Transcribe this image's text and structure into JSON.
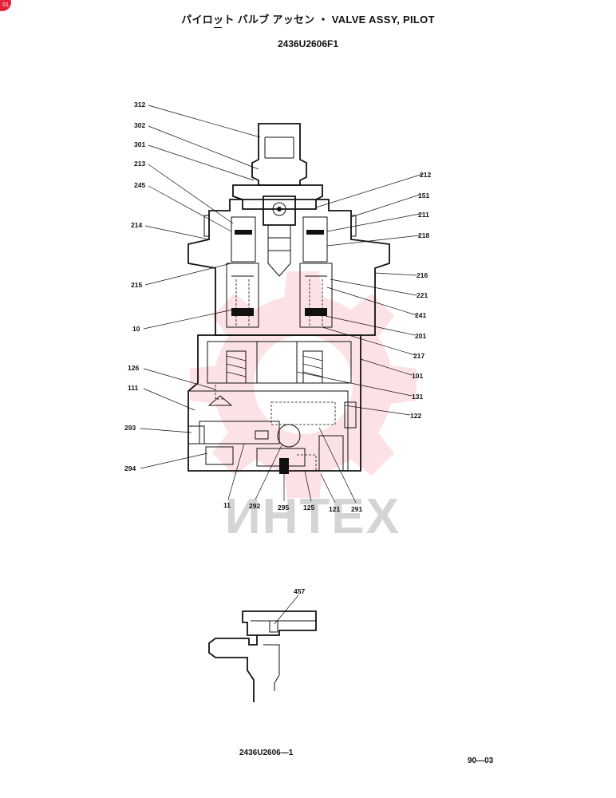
{
  "header": {
    "title": "パイロット バルブ アッセン ・ VALVE ASSY, PILOT",
    "part_number": "2436U2606F1"
  },
  "labels": {
    "l312": "312",
    "l302": "302",
    "l301": "301",
    "l213": "213",
    "l245": "245",
    "l214": "214",
    "l215": "215",
    "l10": "10",
    "l126": "126",
    "l111": "111",
    "l293": "293",
    "l294": "294",
    "l11": "11",
    "l292": "292",
    "l295": "295",
    "l125": "125",
    "l121": "121",
    "l291": "291",
    "l212": "212",
    "l151": "151",
    "l211": "211",
    "l218": "218",
    "l216": "216",
    "l221": "221",
    "l241": "241",
    "l201": "201",
    "l217": "217",
    "l101": "101",
    "l131": "131",
    "l122": "122",
    "l457": "457"
  },
  "footer": {
    "drawing_number": "2436U2606—1",
    "page_number": "90—03"
  },
  "watermark": {
    "text": "ИНТЕХ",
    "color": "#e8313f"
  },
  "corner_badge": {
    "text": "01",
    "color": "#e4233a"
  }
}
